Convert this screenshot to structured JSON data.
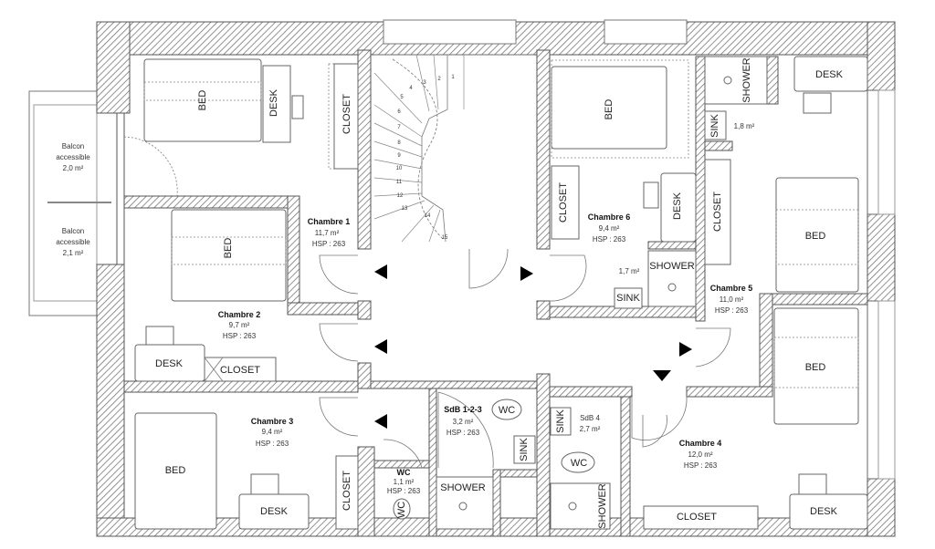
{
  "balconies": [
    {
      "name": "Balcon",
      "sub": "accessible",
      "area": "2,0 m²"
    },
    {
      "name": "Balcon",
      "sub": "accessible",
      "area": "2,1 m²"
    }
  ],
  "rooms": {
    "chambre1": {
      "name": "Chambre 1",
      "area": "11,7 m²",
      "hsp": "HSP : 263"
    },
    "chambre2": {
      "name": "Chambre 2",
      "area": "9,7 m²",
      "hsp": "HSP : 263"
    },
    "chambre3": {
      "name": "Chambre 3",
      "area": "9,4 m²",
      "hsp": "HSP : 263"
    },
    "chambre4": {
      "name": "Chambre 4",
      "area": "12,0 m²",
      "hsp": "HSP : 263"
    },
    "chambre5": {
      "name": "Chambre 5",
      "area": "11,0 m²",
      "hsp": "HSP : 263"
    },
    "chambre6": {
      "name": "Chambre 6",
      "area": "9,4 m²",
      "hsp": "HSP : 263"
    },
    "sdb123": {
      "name": "SdB 1-2-3",
      "area": "3,2 m²",
      "hsp": "HSP : 263"
    },
    "wc": {
      "name": "WC",
      "area": "1,1 m²",
      "hsp": "HSP : 263"
    },
    "sdb4": {
      "name": "SdB 4",
      "area": "2,7 m²"
    },
    "ensuite5": {
      "area": "1,8 m²"
    },
    "ensuite6": {
      "area": "1,7 m²"
    }
  },
  "furniture": {
    "bed": "BED",
    "desk": "DESK",
    "closet": "CLOSET",
    "shower": "SHOWER",
    "sink": "SINK",
    "wc": "WC"
  },
  "stairs": [
    "1",
    "2",
    "3",
    "4",
    "5",
    "6",
    "7",
    "8",
    "9",
    "10",
    "11",
    "12",
    "13",
    "14",
    "15"
  ],
  "colors": {
    "wall": "#555555",
    "furniture": "#666666"
  }
}
